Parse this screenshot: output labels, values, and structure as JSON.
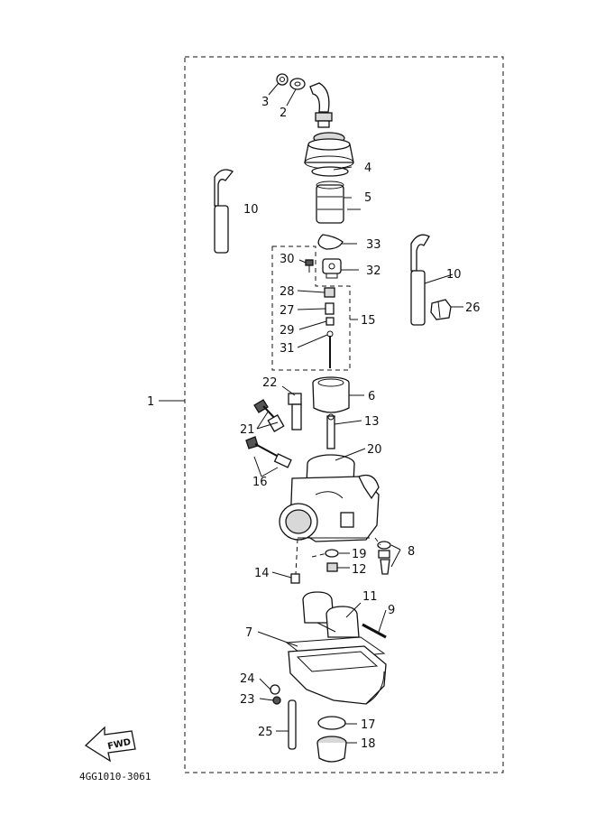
{
  "diagram": {
    "catalog_code": "4GG1010-3061",
    "fwd_label": "FWD",
    "callouts": {
      "c1": "1",
      "c2": "2",
      "c3": "3",
      "c4": "4",
      "c5": "5",
      "c6": "6",
      "c7": "7",
      "c8": "8",
      "c9": "9",
      "c10a": "10",
      "c10b": "10",
      "c11": "11",
      "c12": "12",
      "c13": "13",
      "c14": "14",
      "c15": "15",
      "c16": "16",
      "c17": "17",
      "c18": "18",
      "c19": "19",
      "c20": "20",
      "c21": "21",
      "c22": "22",
      "c23": "23",
      "c24": "24",
      "c25": "25",
      "c26": "26",
      "c27": "27",
      "c28": "28",
      "c29": "29",
      "c30": "30",
      "c31": "31",
      "c32": "32",
      "c33": "33"
    }
  }
}
